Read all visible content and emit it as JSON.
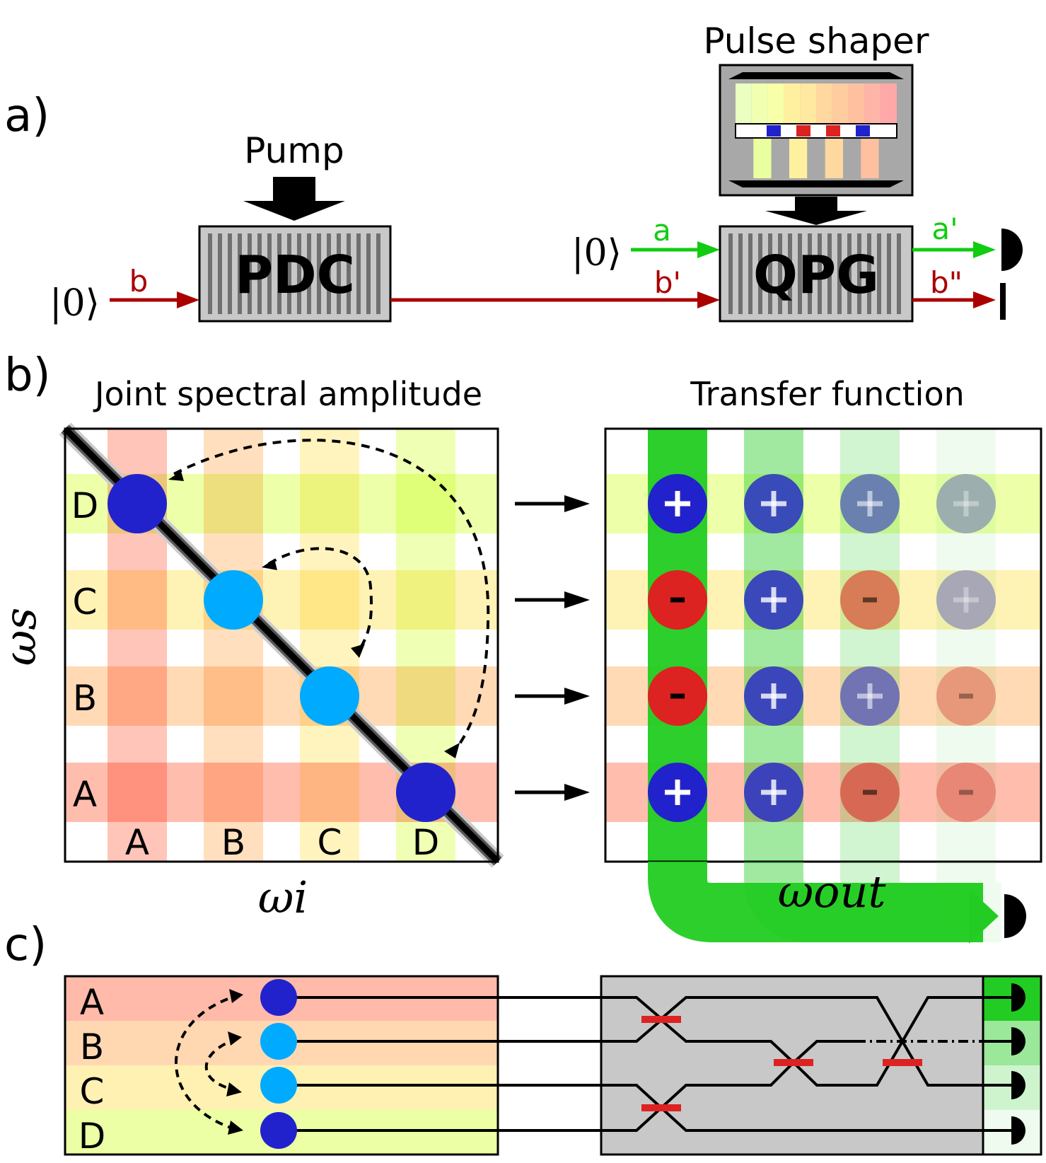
{
  "panels": {
    "a": "a)",
    "b": "b)",
    "c": "c)"
  },
  "setup": {
    "pump_label": "Pump",
    "pulse_shaper_label": "Pulse shaper",
    "pdc_label": "PDC",
    "qpg_label": "QPG",
    "vacuum_label": "|0⟩",
    "beam_b": "b",
    "beam_b_prime": "b'",
    "beam_b_double_prime": "b\"",
    "beam_a": "a",
    "beam_a_prime": "a'",
    "colors": {
      "signal": "#aa0000",
      "control": "#11cc11",
      "blue": "#2222cc",
      "red": "#dd2222"
    }
  },
  "jsa": {
    "title": "Joint spectral amplitude",
    "xlabel": "ωi",
    "ylabel": "ωs",
    "rows": [
      "D",
      "C",
      "B",
      "A"
    ],
    "cols": [
      "A",
      "B",
      "C",
      "D"
    ]
  },
  "transfer": {
    "title": "Transfer function",
    "out_label": "ωout",
    "signs": [
      [
        "+",
        "+",
        "+",
        "+"
      ],
      [
        "-",
        "+",
        "-",
        "+"
      ],
      [
        "-",
        "+",
        "+",
        "-"
      ],
      [
        "+",
        "+",
        "-",
        "-"
      ]
    ]
  },
  "circuit": {
    "rows": [
      "A",
      "B",
      "C",
      "D"
    ]
  }
}
